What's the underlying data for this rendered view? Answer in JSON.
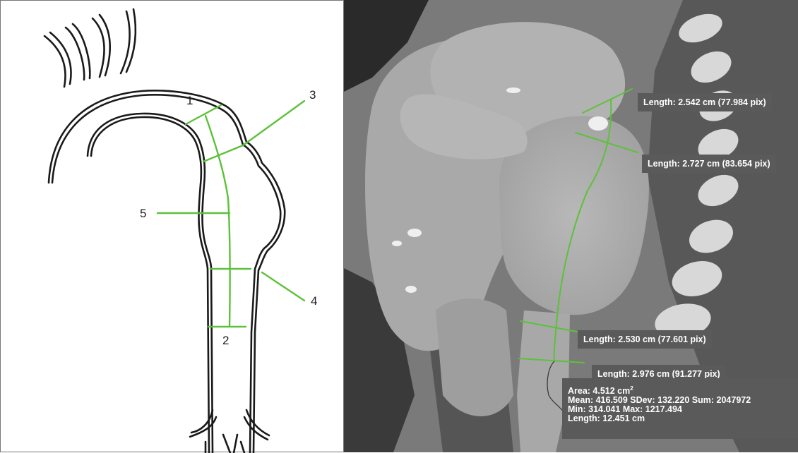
{
  "diagram": {
    "labels": [
      {
        "id": "1",
        "text": "1"
      },
      {
        "id": "2",
        "text": "2"
      },
      {
        "id": "3",
        "text": "3"
      },
      {
        "id": "4",
        "text": "4"
      },
      {
        "id": "5",
        "text": "5"
      }
    ],
    "line_color": "#5cc13a"
  },
  "ct_scan": {
    "measurements": [
      {
        "text": "Length: 2.542 cm (77.984 pix)"
      },
      {
        "text": "Length: 2.727 cm (83.654 pix)"
      },
      {
        "text": "Length: 2.530 cm (77.601 pix)"
      },
      {
        "text": "Length: 2.976 cm (91.277 pix)"
      }
    ],
    "roi_stats": {
      "area": "Area: 4.512 cm",
      "area_exp": "2",
      "mean_line": "Mean: 416.509 SDev: 132.220 Sum: 2047972",
      "minmax_line": "Min: 314.041 Max: 1217.494",
      "length_line": "Length: 12.451 cm"
    },
    "overlay_color": "#5cc13a"
  }
}
